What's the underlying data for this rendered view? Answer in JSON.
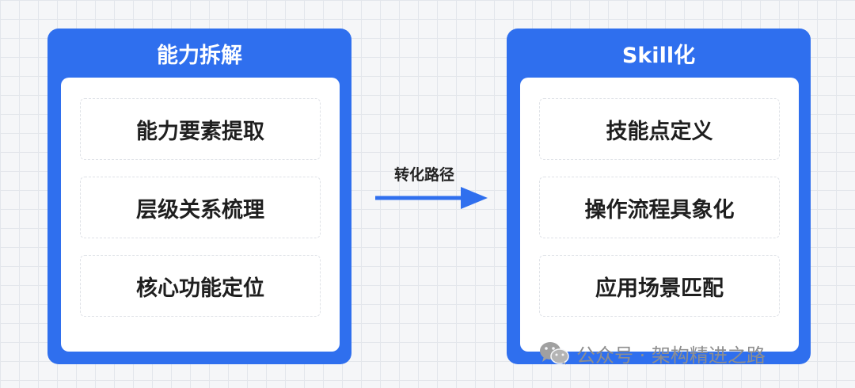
{
  "left_panel": {
    "title": "能力拆解",
    "items": [
      "能力要素提取",
      "层级关系梳理",
      "核心功能定位"
    ]
  },
  "right_panel": {
    "title": "Skill化",
    "items": [
      "技能点定义",
      "操作流程具象化",
      "应用场景匹配"
    ]
  },
  "connector": {
    "label": "转化路径",
    "icon": "arrow-right-icon"
  },
  "watermark": {
    "text": "公众号 · 架构精进之路",
    "icon": "wechat-icon"
  },
  "colors": {
    "accent": "#2f6fee",
    "card": "#ffffff",
    "text": "#1f1f1f"
  }
}
